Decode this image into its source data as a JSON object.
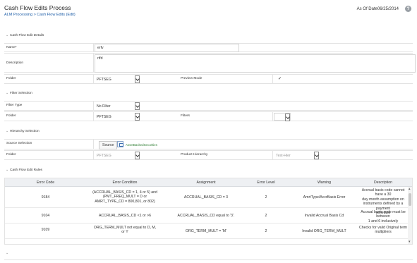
{
  "header": {
    "title": "Cash Flow Edits Process",
    "breadcrumb": "ALM Processing > Cash Flow Edits (Edit)",
    "as_of_date": "As Of Date06/25/2014",
    "help_label": "?"
  },
  "sections": {
    "details": "Cash Flow Edit Details",
    "filter": "Filter Selection",
    "hierarchy": "Hierarchy Selection",
    "rules": "Cash Flow Edit Rules"
  },
  "details": {
    "name_label": "Name*",
    "name_value": "erfv",
    "description_label": "Description",
    "description_value": "rtfd",
    "folder_label": "Folder",
    "folder_value": "PFTSEG",
    "preview_label": "Preview Mode",
    "preview_checked": "✓"
  },
  "filter": {
    "type_label": "Filter Type",
    "type_value": "No Filter",
    "folder_label": "Folder",
    "folder_value": "PFTSEG",
    "filters_label": "Filters",
    "filters_value": ""
  },
  "hierarchy": {
    "source_label": "Source Selection",
    "source_button": "Source",
    "source_link": "AssetBackedSecurities",
    "folder_label": "Folder",
    "folder_value": "PFTSEG",
    "product_label": "Product Hierarchy",
    "product_value": "Test-Hier"
  },
  "rules_table": {
    "columns": [
      "Error Code",
      "Error Condition",
      "Assignment",
      "Error Level",
      "Warning",
      "Description"
    ],
    "rows": [
      {
        "code": "9184",
        "condition": [
          "(ACCRUAL_BASIS_CD = 1, 4 or 5) and",
          "(PMT_FREQ_MULT = D or",
          "AMRT_TYPE_CD = 800,801, or 802)"
        ],
        "assignment": "ACCRUAL_BASIS_CD = 3",
        "level": "2",
        "warning": "AmrtType/AccrBasis Error",
        "description": [
          "Accrual basis code cannot have a 30",
          "day month assumption on",
          "instruments defined by a payment",
          "schedule"
        ]
      },
      {
        "code": "9104",
        "condition": [
          "ACCRUAL_BASIS_CD <1 or >6"
        ],
        "assignment": "ACCRUAL_BASIS_CD equal to '3'.",
        "level": "2",
        "warning": "Invalid Accrual Basis Cd",
        "description": [
          "Accrual basis code must be between",
          "1 and 6 inclusively"
        ]
      },
      {
        "code": "9109",
        "condition": [
          "ORG_TERM_MULT not equal to D, M,",
          "or Y"
        ],
        "assignment": "ORG_TERM_MULT = 'M'",
        "level": "2",
        "warning": "Invalid ORG_TERM_MULT",
        "description": [
          "Checks for valid Original term",
          "multipliers"
        ]
      }
    ]
  }
}
